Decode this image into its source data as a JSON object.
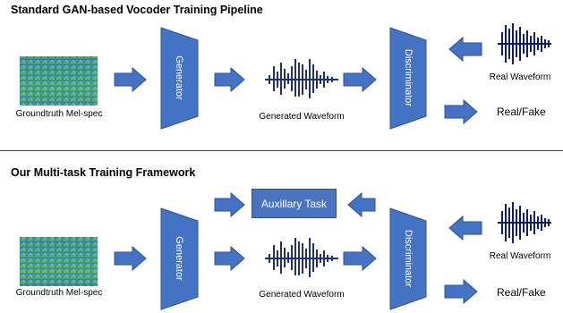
{
  "pipeline_top": {
    "title": "Standard GAN-based Vocoder Training Pipeline",
    "melspec_label": "Groundtruth Mel-spec",
    "generator_label": "Generator",
    "generated_label": "Generated Waveform",
    "discriminator_label": "Discriminator",
    "real_label": "Real Waveform",
    "output_label": "Real/Fake"
  },
  "pipeline_bottom": {
    "title": "Our Multi-task Training Framework",
    "melspec_label": "Groundtruth Mel-spec",
    "generator_label": "Generator",
    "generated_label": "Generated Waveform",
    "discriminator_label": "Discriminator",
    "real_label": "Real Waveform",
    "output_label": "Real/Fake",
    "aux_label": "Auxillary Task"
  },
  "colors": {
    "block": "#4472c4",
    "block_border": "#2f528f",
    "waveform": "#1f2f7a",
    "real_waveform": "#0d1d6b"
  }
}
